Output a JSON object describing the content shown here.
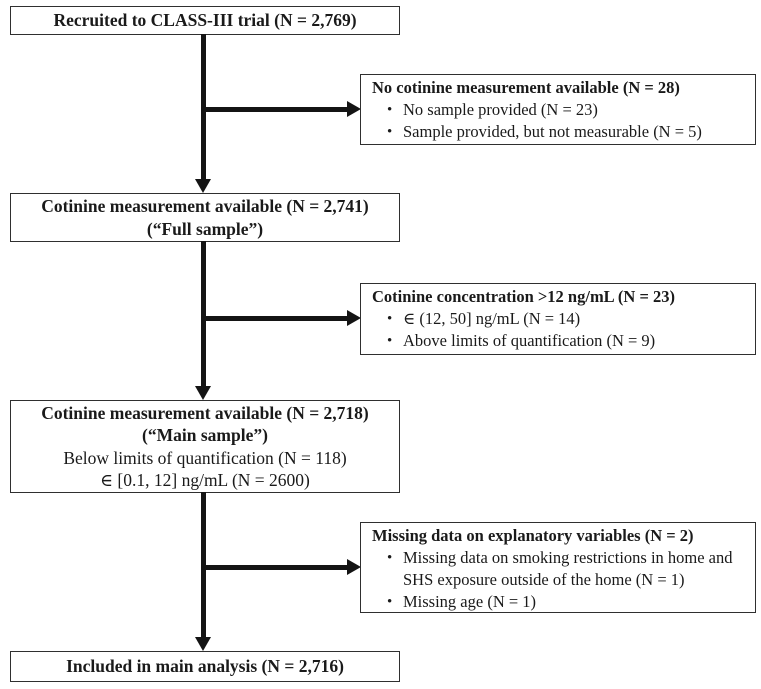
{
  "diagram": {
    "type": "flowchart",
    "bullet_char": "•",
    "colors": {
      "text": "#1a1a1a",
      "border": "#2f2f2f",
      "arrow": "#141414",
      "background": "#ffffff"
    },
    "main_boxes": [
      {
        "line1": "Recruited to CLASS-III trial (N = 2,769)"
      },
      {
        "line1": "Cotinine measurement available (N = 2,741)",
        "line2": "(“Full sample”)"
      },
      {
        "line1": "Cotinine measurement available (N = 2,718)",
        "line2": "(“Main sample”)",
        "line3": "Below limits of quantification (N = 118)",
        "line4": "∈ [0.1, 12] ng/mL (N = 2600)"
      },
      {
        "line1": "Included in main analysis (N = 2,716)"
      }
    ],
    "side_boxes": [
      {
        "title": "No cotinine measurement available (N = 28)",
        "bullets": [
          "No sample provided (N = 23)",
          "Sample provided, but not measurable (N = 5)"
        ]
      },
      {
        "title": "Cotinine concentration >12 ng/mL (N = 23)",
        "bullets": [
          "∈ (12, 50] ng/mL (N = 14)",
          "Above limits of quantification (N = 9)"
        ]
      },
      {
        "title": "Missing data on explanatory variables (N = 2)",
        "bullets": [
          "Missing data on smoking restrictions in home and SHS exposure outside of the home (N = 1)",
          "Missing age (N = 1)"
        ]
      }
    ]
  }
}
